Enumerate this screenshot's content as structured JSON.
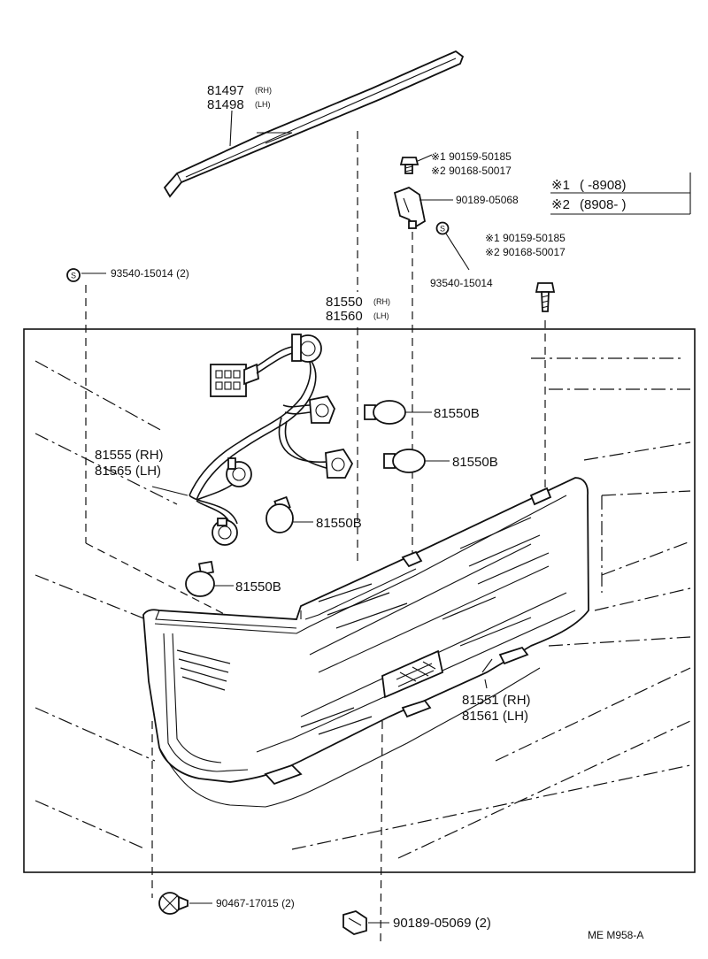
{
  "parts": {
    "molding_rh": "81497",
    "molding_rh_side": "(RH)",
    "molding_lh": "81498",
    "molding_lh_side": "(LH)",
    "screw_a1": "※1 90159-50185",
    "screw_a2": "※2 90168-50017",
    "bracket": "90189-05068",
    "nut_a": "93540-15014",
    "screw_b1": "※1 90159-50185",
    "screw_b2": "※2 90168-50017",
    "nut_left": "93540-15014 (2)",
    "lamp_rh": "81550",
    "lamp_rh_side": "(RH)",
    "lamp_lh": "81560",
    "lamp_lh_side": "(LH)",
    "bulb_1": "81550B",
    "bulb_2": "81550B",
    "bulb_3": "81550B",
    "bulb_4": "81550B",
    "socket_rh": "81555 (RH)",
    "socket_lh": "81565 (LH)",
    "lens_rh": "81551 (RH)",
    "lens_lh": "81561 (LH)",
    "clip": "90467-17015 (2)",
    "retainer": "90189-05069 (2)"
  },
  "legend": {
    "note1_mark": "※1",
    "note1_text": "(     -8908)",
    "note2_mark": "※2",
    "note2_text": "(8908-     )"
  },
  "footer": {
    "code": "ME  M958-A"
  },
  "symbols": {
    "s_mark": "S"
  }
}
